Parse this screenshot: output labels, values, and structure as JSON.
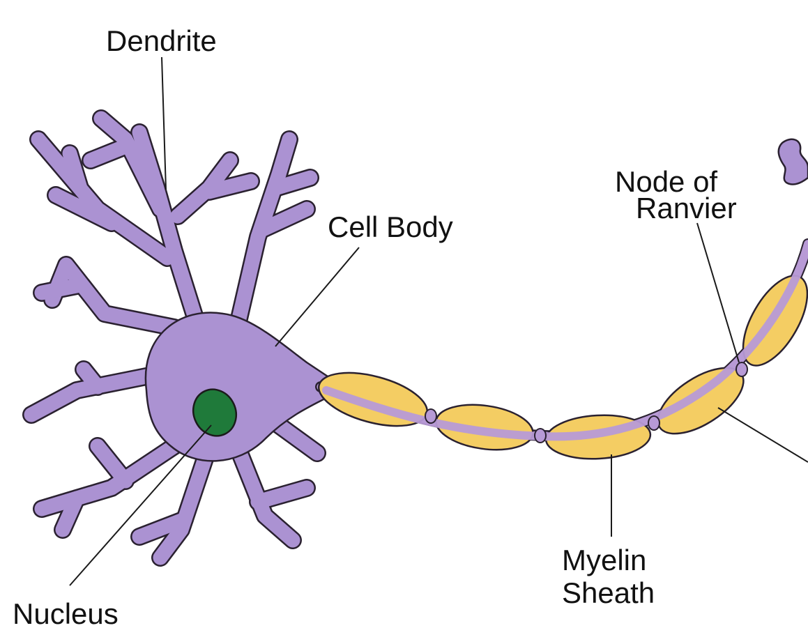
{
  "colors": {
    "background": "#ffffff",
    "neuron_fill": "#ab92d2",
    "neuron_outline": "#2a2130",
    "nucleus_fill": "#1f7a3a",
    "myelin_fill": "#f4cd63",
    "axon_core": "#b79ad6",
    "label_color": "#111111"
  },
  "labels": {
    "dendrite": "Dendrite",
    "cell_body": "Cell Body",
    "node_of_ranvier_line1": "Node of",
    "node_of_ranvier_line2": "Ranvier",
    "myelin_sheath_line1": "Myelin",
    "myelin_sheath_line2": "Sheath",
    "nucleus": "Nucleus"
  }
}
